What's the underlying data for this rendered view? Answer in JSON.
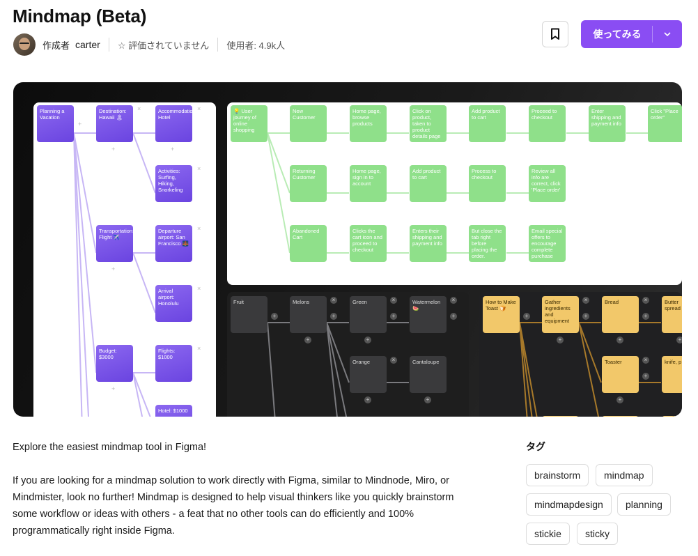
{
  "header": {
    "title": "Mindmap (Beta)",
    "author_prefix": "作成者",
    "author": "carter",
    "rating": "☆ 評価されていません",
    "users": "使用者: 4.9k人"
  },
  "actions": {
    "bookmark_icon": "bookmark-icon",
    "try_label": "使ってみる",
    "accent_color": "#8a4df3"
  },
  "hero": {
    "purple_nodes": [
      "Planning a Vacation",
      "Destination: Hawaii 🏝",
      "Accommodations: Hotel",
      "Activities: Surfing, Hiking, Snorkeling",
      "Transportation: Flight ✈️",
      "Departure airport: San Francisco 🌉",
      "Arrival airport: Honolulu",
      "Budget: $3000",
      "Flights: $1000",
      "Hotel: $1000"
    ],
    "green_nodes": [
      "💡 User journey of online shopping",
      "New Customer",
      "Home page, browse products",
      "Click on product, taken to product details page",
      "Add product to cart",
      "Proceed to checkout",
      "Enter shipping and payment info",
      "Click \"Place order\"",
      "Returning Customer",
      "Home page, sign in to account",
      "Add product to cart",
      "Process to checkout",
      "Review all info are correct, click 'Place order'",
      "Abandoned Cart",
      "Clicks the cart icon and proceed to checkout",
      "Enters their shipping and payment info",
      "But close the tab right before placing the order.",
      "Email special offers to encourage complete purchase"
    ],
    "gray_nodes": [
      "Fruit",
      "Melons",
      "Green",
      "Watermelon 🍉",
      "Orange",
      "Cantaloupe"
    ],
    "yellow_nodes": [
      "How to Make Toast 🍞",
      "Gather ingredients and equipment",
      "Bread",
      "Butter spread",
      "Toaster",
      "knife, p"
    ]
  },
  "description": {
    "p1": "Explore the easiest mindmap tool in Figma!",
    "p2": "If you are looking for a mindmap solution to work directly with Figma, similar to Mindnode, Miro, or Mindmister, look no further! Mindmap is designed to help visual thinkers like you quickly brainstorm some workflow or ideas with others - a feat that no other tools can do efficiently and 100% programmatically right inside Figma."
  },
  "tags": {
    "title": "タグ",
    "items": [
      "brainstorm",
      "mindmap",
      "mindmapdesign",
      "planning",
      "stickie",
      "sticky"
    ]
  }
}
